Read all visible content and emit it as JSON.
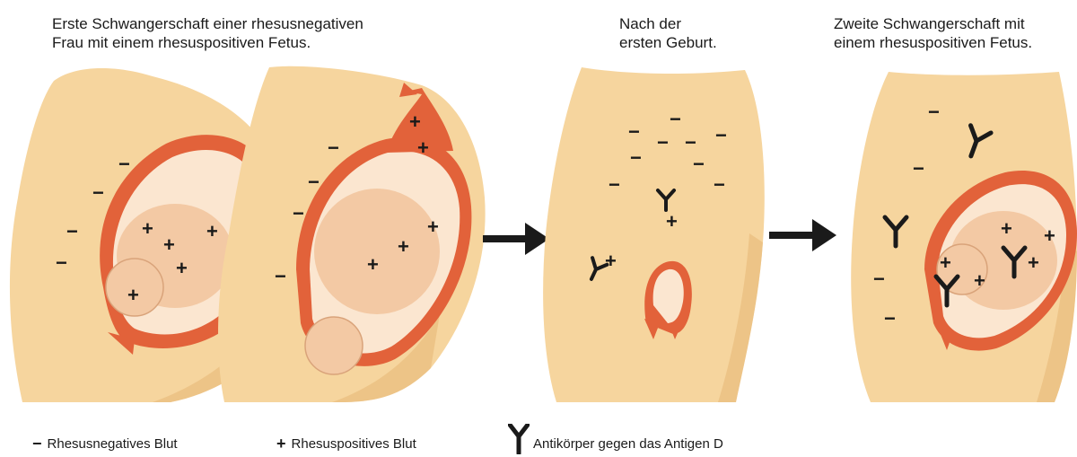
{
  "captions": {
    "first_pregnancy": [
      "Erste Schwangerschaft einer rhesusnegativen",
      "Frau mit einem rhesuspositiven Fetus."
    ],
    "after_birth": [
      "Nach der",
      "ersten Geburt."
    ],
    "second_pregnancy": [
      "Zweite Schwangerschaft mit",
      "einem rhesuspositiven Fetus."
    ]
  },
  "legend": {
    "negative": {
      "symbol": "−",
      "label": "Rhesusnegatives Blut"
    },
    "positive": {
      "symbol": "+",
      "label": "Rhesuspositives Blut"
    },
    "antibody": {
      "label": "Antikörper gegen das Antigen D"
    }
  },
  "colors": {
    "skin": "#f6d59e",
    "skin_shade": "#e8b978",
    "uterus": "#e2623a",
    "fetus": "#f3c9a4",
    "ink": "#1a1a1a"
  }
}
